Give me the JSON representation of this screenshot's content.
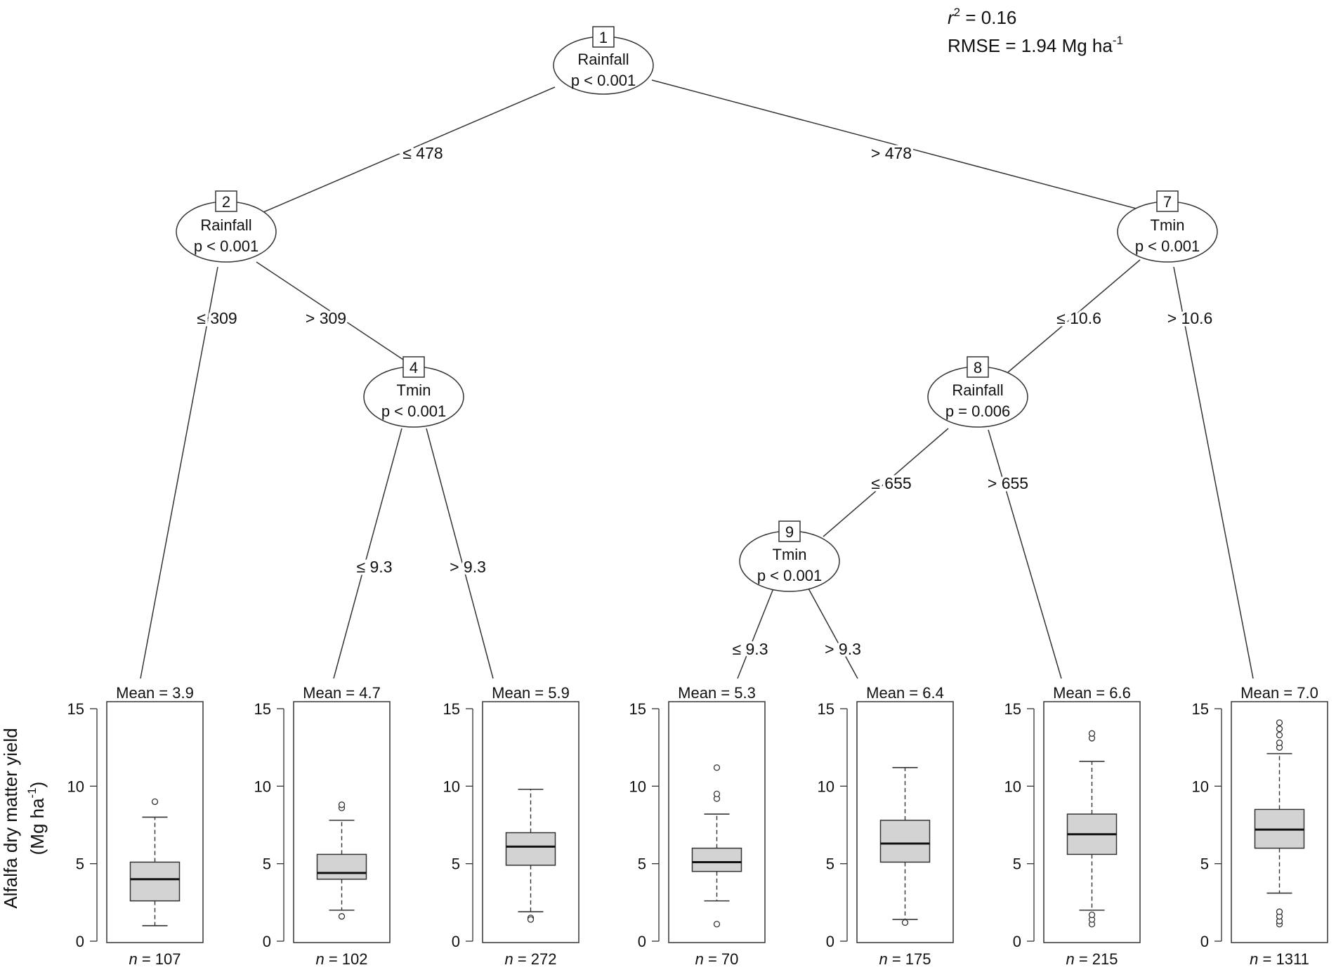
{
  "stats": {
    "r2_symbol": "r",
    "r2_sup": "2",
    "r2_value": " = 0.16",
    "rmse_text": "RMSE = 1.94 Mg ha",
    "rmse_sup": "-1"
  },
  "nodes": [
    {
      "id": "1",
      "variable": "Rainfall",
      "p": "p < 0.001"
    },
    {
      "id": "2",
      "variable": "Rainfall",
      "p": "p < 0.001"
    },
    {
      "id": "4",
      "variable": "Tmin",
      "p": "p < 0.001"
    },
    {
      "id": "7",
      "variable": "Tmin",
      "p": "p < 0.001"
    },
    {
      "id": "8",
      "variable": "Rainfall",
      "p": "p = 0.006"
    },
    {
      "id": "9",
      "variable": "Tmin",
      "p": "p < 0.001"
    }
  ],
  "edges": [
    {
      "label": "≤ 478"
    },
    {
      "label": "> 478"
    },
    {
      "label": "≤ 309"
    },
    {
      "label": "> 309"
    },
    {
      "label": "≤ 9.3"
    },
    {
      "label": "> 9.3"
    },
    {
      "label": "≤ 10.6"
    },
    {
      "label": "> 10.6"
    },
    {
      "label": "≤ 655"
    },
    {
      "label": "> 655"
    },
    {
      "label": "≤ 9.3"
    },
    {
      "label": "> 9.3"
    }
  ],
  "y_axis": {
    "label_line1": "Alfalfa dry matter yield",
    "label_line2": "(Mg ha",
    "label_sup": "-1",
    "label_end": ")",
    "ticks": [
      "0",
      "5",
      "10",
      "15"
    ],
    "range": [
      0,
      15
    ]
  },
  "n_prefix": "n",
  "chart_data": {
    "type": "box",
    "ylim": [
      0,
      15
    ],
    "panels": [
      {
        "mean_label": "Mean = 3.9",
        "n_label": " = 107",
        "whisker_low": 1.0,
        "q1": 2.6,
        "median": 4.0,
        "q3": 5.1,
        "whisker_high": 8.0,
        "outliers": [
          9.0
        ]
      },
      {
        "mean_label": "Mean = 4.7",
        "n_label": " = 102",
        "whisker_low": 2.0,
        "q1": 4.0,
        "median": 4.4,
        "q3": 5.6,
        "whisker_high": 7.8,
        "outliers": [
          1.6,
          8.6,
          8.8
        ]
      },
      {
        "mean_label": "Mean = 5.9",
        "n_label": " = 272",
        "whisker_low": 1.9,
        "q1": 4.9,
        "median": 6.1,
        "q3": 7.0,
        "whisker_high": 9.8,
        "outliers": [
          1.5,
          1.4
        ]
      },
      {
        "mean_label": "Mean = 5.3",
        "n_label": " = 70",
        "whisker_low": 2.6,
        "q1": 4.5,
        "median": 5.1,
        "q3": 6.0,
        "whisker_high": 8.2,
        "outliers": [
          1.1,
          9.2,
          9.5,
          11.2
        ]
      },
      {
        "mean_label": "Mean = 6.4",
        "n_label": " = 175",
        "whisker_low": 1.4,
        "q1": 5.1,
        "median": 6.3,
        "q3": 7.8,
        "whisker_high": 11.2,
        "outliers": [
          1.2
        ]
      },
      {
        "mean_label": "Mean = 6.6",
        "n_label": " = 215",
        "whisker_low": 2.0,
        "q1": 5.6,
        "median": 6.9,
        "q3": 8.2,
        "whisker_high": 11.6,
        "outliers": [
          1.1,
          1.4,
          1.7,
          13.1,
          13.4
        ]
      },
      {
        "mean_label": "Mean = 7.0",
        "n_label": " = 1311",
        "whisker_low": 3.1,
        "q1": 6.0,
        "median": 7.2,
        "q3": 8.5,
        "whisker_high": 12.1,
        "outliers": [
          1.1,
          1.3,
          1.6,
          1.9,
          12.5,
          12.8,
          13.3,
          13.7,
          14.1
        ]
      }
    ]
  }
}
